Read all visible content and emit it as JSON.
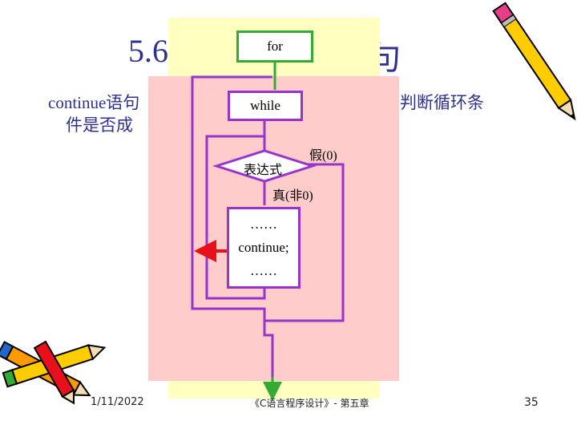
{
  "slide": {
    "title_left": "5.6",
    "title_right": "句",
    "text_line1": "continue语句",
    "text_line1_right": "去判断循环条",
    "text_line2": "件是否成"
  },
  "flowchart": {
    "for_label": "for",
    "while_label": "while",
    "condition_label": "表达式",
    "false_label": "假(0)",
    "true_label": "真(非0)",
    "dots_top": "……",
    "continue_label": "continue;",
    "dots_bottom": "……"
  },
  "footer": {
    "date": "1/11/2022",
    "course": "《C语言程序设计》- 第五章",
    "page": "35"
  },
  "colors": {
    "title": "#2e3192",
    "yellow_panel": "#ffffc0",
    "pink_panel": "#ffcccc",
    "purple_lines": "#9933cc",
    "continue_arrow": "#e8101a",
    "green_arrow": "#33aa33"
  },
  "icons": [
    "pencil-icon-top-right",
    "pencils-icon-bottom-left"
  ]
}
